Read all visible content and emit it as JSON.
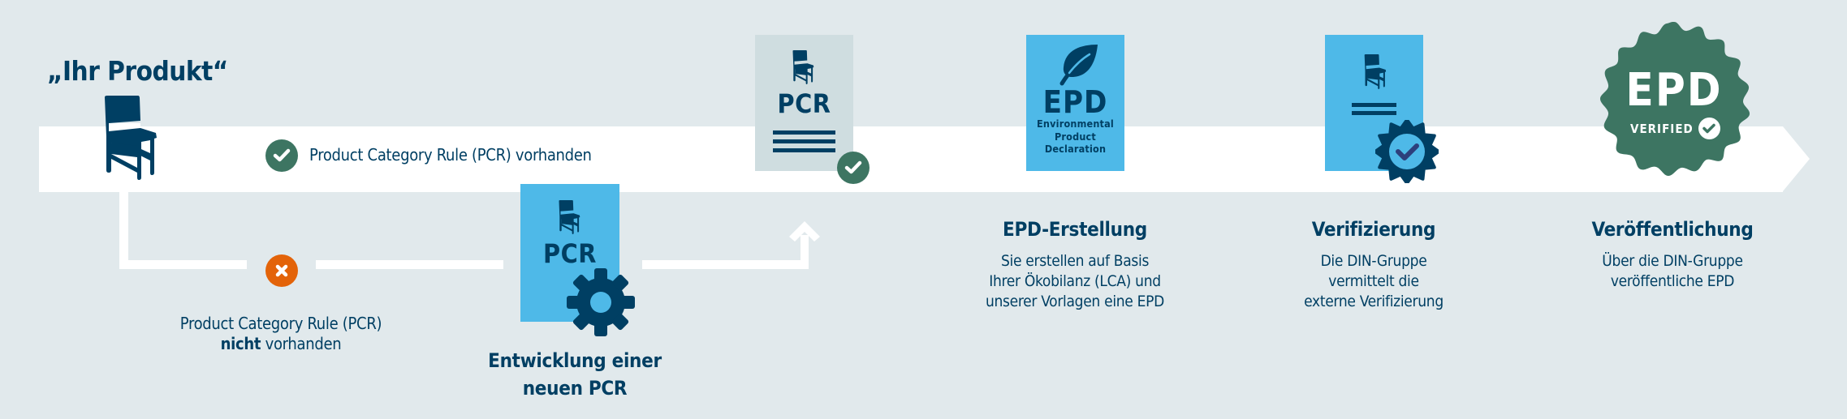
{
  "diagram": {
    "title": "„Ihr Produkt“",
    "colors": {
      "background": "#e1e9ec",
      "navy": "#003f63",
      "light_blue": "#4eb9e8",
      "doc_gray": "#cfdde0",
      "green": "#3d7562",
      "orange": "#e36309",
      "band": "#ffffff"
    },
    "main_path": {
      "status_icon": "check-circle-icon",
      "label": "Product Category Rule (PCR) vorhanden"
    },
    "alt_path": {
      "status_icon": "x-circle-icon",
      "label_line1": "Product Category Rule (PCR)",
      "label_bold": "nicht",
      "label_rest": " vorhanden"
    },
    "new_pcr": {
      "doc_label": "PCR",
      "heading_line1": "Entwicklung einer",
      "heading_line2": "neuen PCR"
    },
    "existing_pcr": {
      "doc_label": "PCR"
    },
    "steps": [
      {
        "heading": "EPD-Erstellung",
        "doc_big": "EPD",
        "doc_small": [
          "Environmental",
          "Product",
          "Declaration"
        ],
        "lines": [
          "Sie erstellen auf Basis",
          "Ihrer Ökobilanz (LCA) und",
          "unserer Vorlagen eine EPD"
        ]
      },
      {
        "heading": "Verifizierung",
        "lines": [
          "Die DIN-Gruppe",
          "vermittelt die",
          "externe Verifizierung"
        ]
      },
      {
        "heading": "Veröffentlichung",
        "seal_big": "EPD",
        "seal_small": "VERIFIED",
        "lines": [
          "Über die DIN-Gruppe",
          "veröffentliche EPD"
        ]
      }
    ]
  }
}
